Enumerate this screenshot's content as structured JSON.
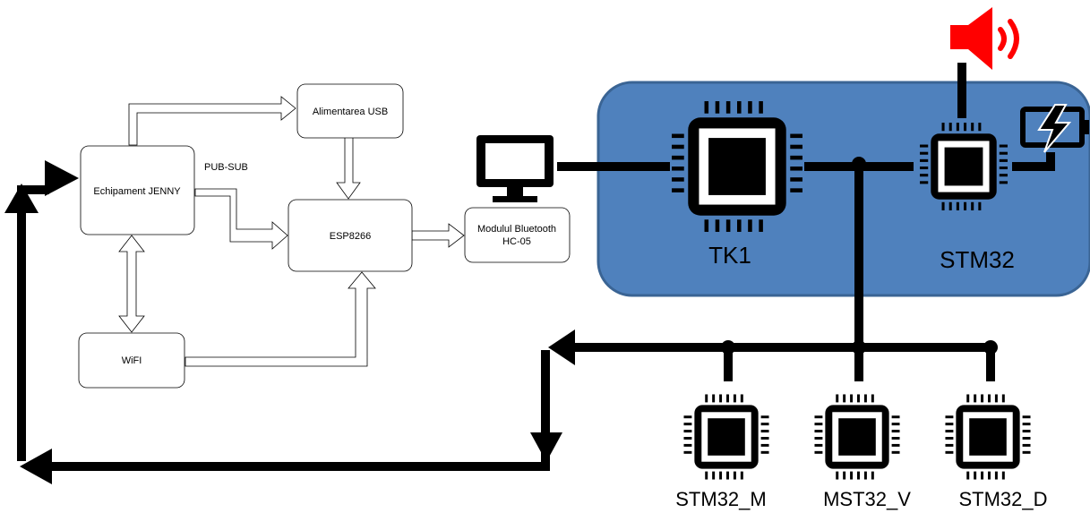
{
  "left_diagram": {
    "nodes": {
      "usb_power": "Alimentarea USB",
      "jenny": "Echipament JENNY",
      "esp": "ESP8266",
      "bluetooth_line1": "Modulul Bluetooth",
      "bluetooth_line2": "HC-05",
      "wifi": "WiFI"
    },
    "edge_label_pubsub": "PUB-SUB"
  },
  "right_diagram": {
    "panel_color": "#4f81bd",
    "speaker_color": "#ff0000",
    "main_board": {
      "tk1": "TK1",
      "stm32": "STM32"
    },
    "peripheral_chips": [
      {
        "label": "STM32_M"
      },
      {
        "label": "MST32_V"
      },
      {
        "label": "STM32_D"
      }
    ]
  }
}
